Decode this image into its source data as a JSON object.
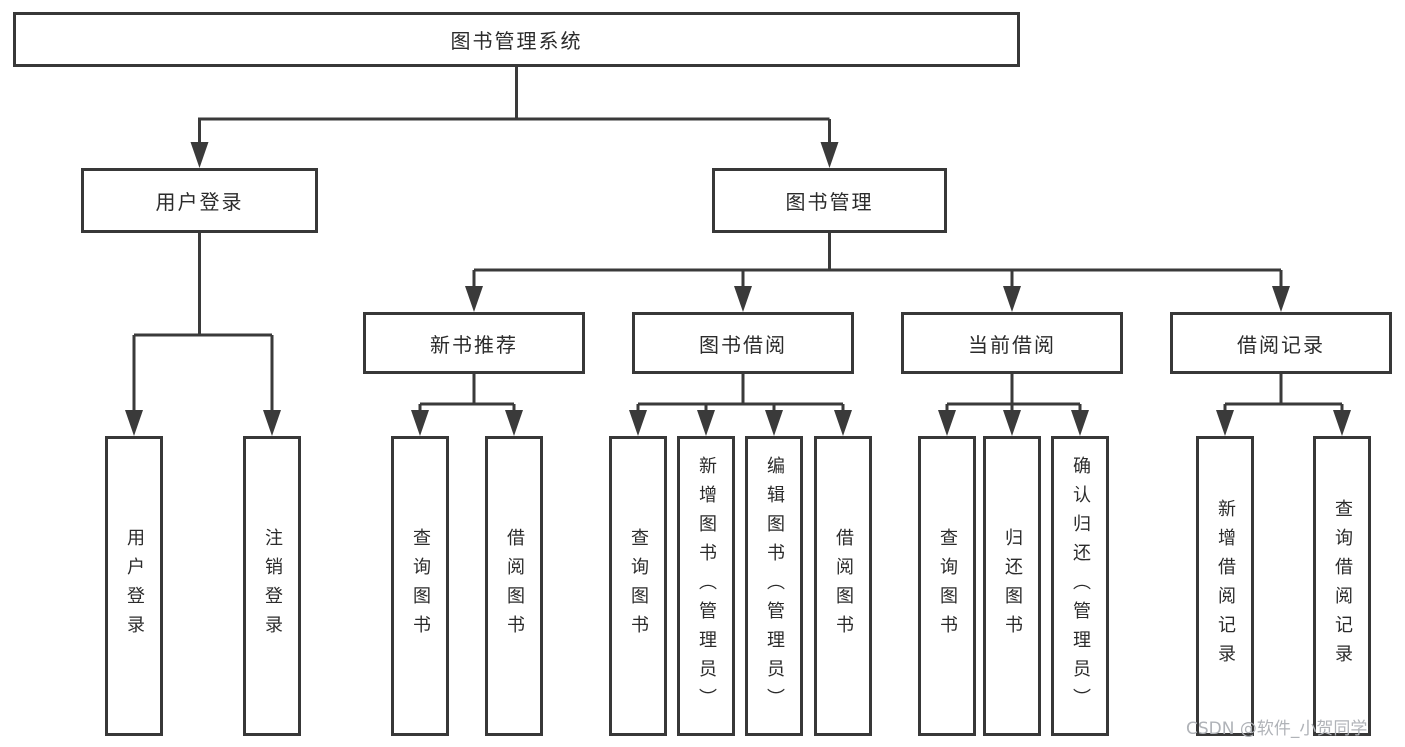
{
  "diagram_title": "图书管理系统",
  "colors": {
    "line": "#3a3a3a",
    "box_border": "#383838",
    "box_background": "#ffffff",
    "text": "#2b2b2b",
    "watermark_text": "#b0b3b8"
  },
  "tree": {
    "root": {
      "label": "图书管理系统"
    },
    "level2": [
      {
        "label": "用户登录"
      },
      {
        "label": "图书管理"
      }
    ],
    "level3": [
      {
        "label": "新书推荐"
      },
      {
        "label": "图书借阅"
      },
      {
        "label": "当前借阅"
      },
      {
        "label": "借阅记录"
      }
    ],
    "leaves": {
      "user_login": [
        "用户登录",
        "注销登录"
      ],
      "new_book_recommend": [
        "查询图书",
        "借阅图书"
      ],
      "book_borrow": [
        "查询图书",
        "新增图书（管理员）",
        "编辑图书（管理员）",
        "借阅图书"
      ],
      "current_borrow": [
        "查询图书",
        "归还图书",
        "确认归还（管理员）"
      ],
      "borrow_records": [
        "新增借阅记录",
        "查询借阅记录"
      ]
    }
  },
  "watermark": {
    "text": "CSDN @软件_小贺同学"
  }
}
